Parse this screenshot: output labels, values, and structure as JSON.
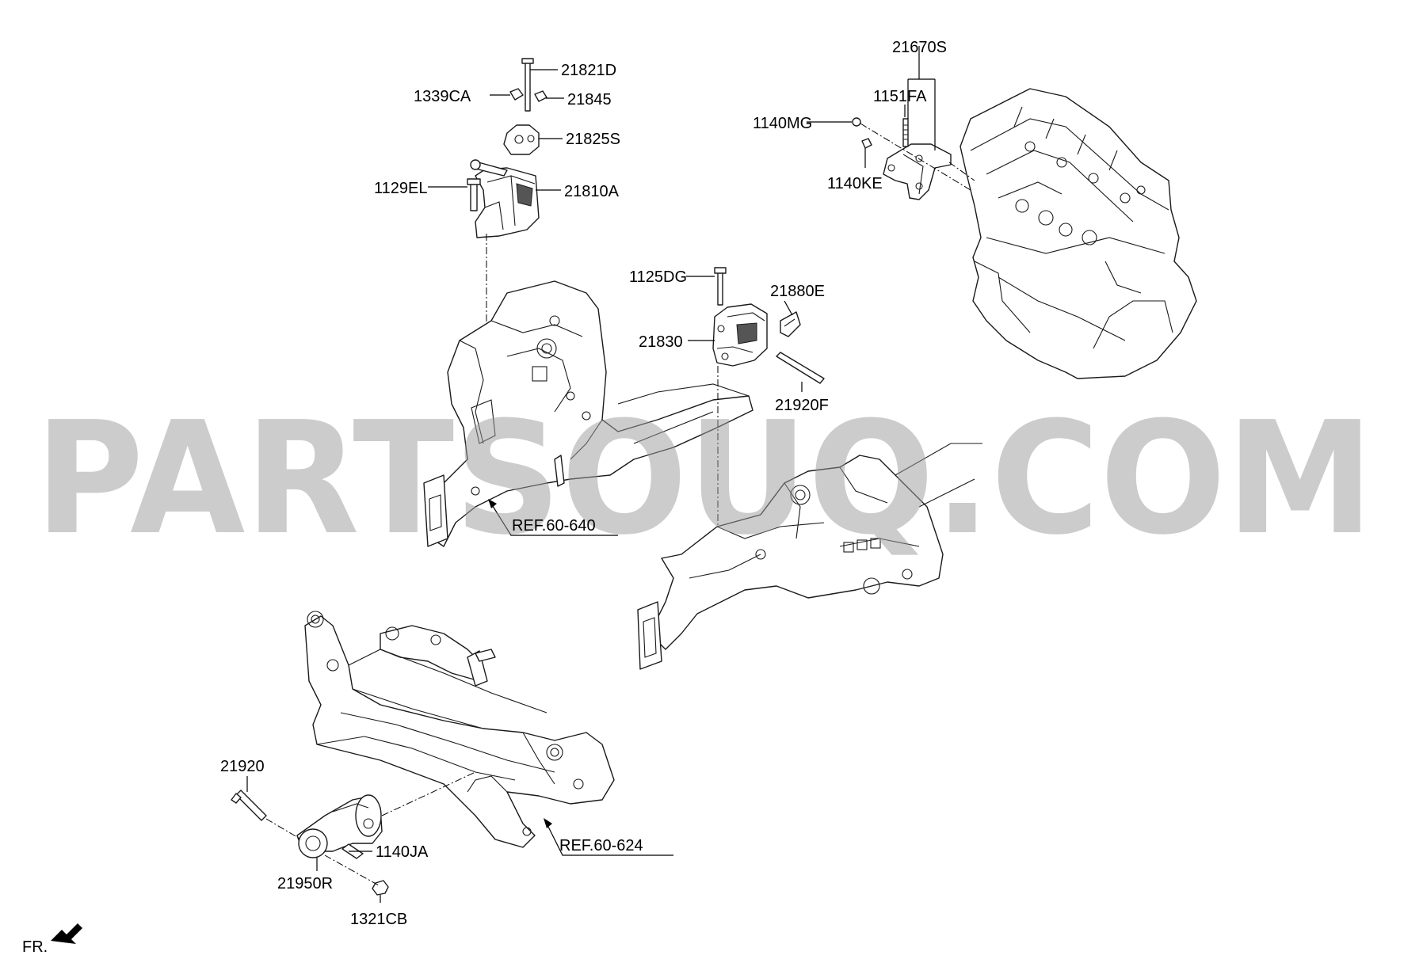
{
  "diagram": {
    "watermark": "PARTSOUQ.COM",
    "orientation_label": "FR.",
    "labels": [
      {
        "id": "21821D",
        "text": "21821D"
      },
      {
        "id": "1339CA",
        "text": "1339CA"
      },
      {
        "id": "21845",
        "text": "21845"
      },
      {
        "id": "21825S",
        "text": "21825S"
      },
      {
        "id": "1129EL",
        "text": "1129EL"
      },
      {
        "id": "21810A",
        "text": "21810A"
      },
      {
        "id": "21670S",
        "text": "21670S"
      },
      {
        "id": "1151FA",
        "text": "1151FA"
      },
      {
        "id": "1140MG",
        "text": "1140MG"
      },
      {
        "id": "1140KE",
        "text": "1140KE"
      },
      {
        "id": "1125DG",
        "text": "1125DG"
      },
      {
        "id": "21880E",
        "text": "21880E"
      },
      {
        "id": "21830",
        "text": "21830"
      },
      {
        "id": "21920F",
        "text": "21920F"
      },
      {
        "id": "REF60640",
        "text": "REF.60-640"
      },
      {
        "id": "21920",
        "text": "21920"
      },
      {
        "id": "1140JA",
        "text": "1140JA"
      },
      {
        "id": "21950R",
        "text": "21950R"
      },
      {
        "id": "REF60624",
        "text": "REF.60-624"
      },
      {
        "id": "1321CB",
        "text": "1321CB"
      }
    ]
  }
}
